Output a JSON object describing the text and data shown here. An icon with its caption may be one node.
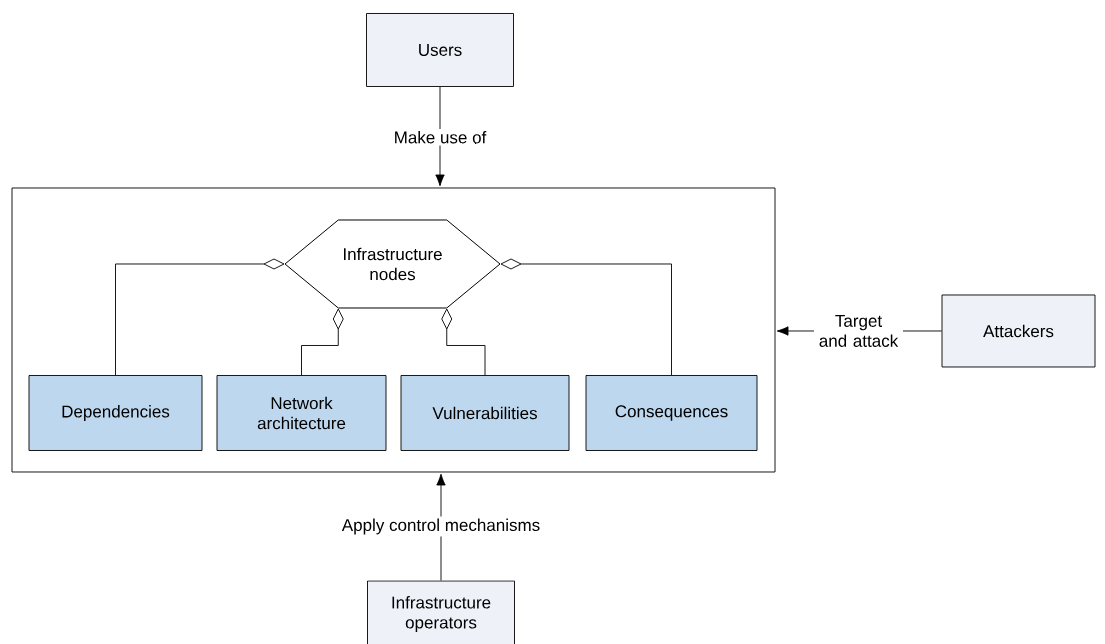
{
  "diagram": {
    "nodes": [
      {
        "text": [
          "Users"
        ]
      },
      {
        "text": [],
        "shape": "box"
      },
      {
        "text": [
          "Infrastructure nodes"
        ],
        "in": 1
      },
      {
        "text": [
          "Dependencies"
        ],
        "in": 1
      },
      {
        "text": [
          "Network architecture"
        ],
        "in": 1
      },
      {
        "text": [
          "Vulnerabilities"
        ],
        "in": 1
      },
      {
        "text": [
          "Consequences"
        ],
        "in": 1
      },
      {
        "text": [
          "Attackers"
        ]
      },
      {
        "text": [
          "Infrastructure operators"
        ]
      }
    ],
    "edges": [
      {
        "from": 0,
        "to": 1,
        "arrow": "to",
        "label": "Make use of"
      },
      {
        "from": 7,
        "to": 1,
        "arrow": "to",
        "label": "Target and attack"
      },
      {
        "from": 8,
        "to": 1,
        "arrow": "to",
        "label": "Apply control mechanisms"
      },
      {
        "from": 3,
        "to": 2,
        "arrow": "other"
      },
      {
        "from": 4,
        "to": 2,
        "arrow": "other"
      },
      {
        "from": 5,
        "to": 2,
        "arrow": "other"
      },
      {
        "from": 6,
        "to": 2,
        "arrow": "other"
      }
    ]
  }
}
